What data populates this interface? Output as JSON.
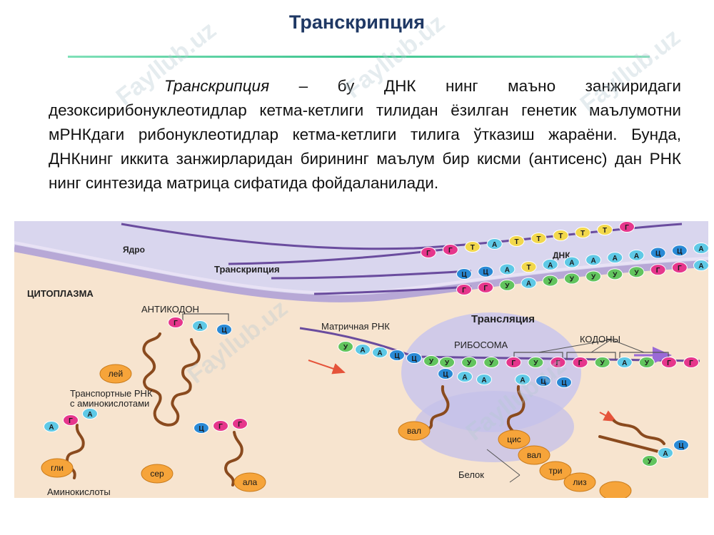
{
  "title": "Транскрипция",
  "paragraph": {
    "term": "Транскрипция",
    "rest": " – бу ДНК нинг маъно занжиридаги дезоксирибонуклеотидлар кетма-кетлиги тилидан ёзилган генетик маълумотни мРНКдаги рибонуклеотидлар кетма-кетлиги тилига ўтказиш жараёни. Бунда, ДНКнинг иккита занжирларидан бирининг маълум бир кисми (антисенс) дан  РНК нинг синтезида матрица сифатида фойдаланилади."
  },
  "watermark": "Fayllub.uz",
  "diagram": {
    "nucleus": "Ядро",
    "transcription": "Транскрипция",
    "dna": "ДНК",
    "cytoplasm": "ЦИТОПЛАЗМА",
    "anticodon": "АНТИКОДОН",
    "translation": "Трансляция",
    "mrna": "Матричная РНК",
    "ribosome": "РИБОСОМА",
    "codons": "КОДОНЫ",
    "trna_line1": "Транспортные РНК",
    "trna_line2": "с аминокислотами",
    "amino_acids": "Аминокислоты",
    "protein": "Белок",
    "aa": {
      "lei": "лей",
      "val1": "вал",
      "gli": "гли",
      "ser": "сер",
      "ala": "ала",
      "cis": "цис",
      "val2": "вал",
      "tri": "три",
      "liz": "лиз"
    },
    "dna_top": [
      "Г",
      "Г",
      "Т",
      "А",
      "Т",
      "Т",
      "Т",
      "Т",
      "Т",
      "Г"
    ],
    "dna_mid": [
      "Ц",
      "Ц",
      "А",
      "Т",
      "А",
      "А",
      "А",
      "А",
      "А",
      "Ц",
      "Ц",
      "А"
    ],
    "dna_bot": [
      "Г",
      "Г",
      "У",
      "А",
      "У",
      "У",
      "У",
      "У",
      "У",
      "Г",
      "Г",
      "А"
    ],
    "mrna_seq": [
      "У",
      "А",
      "А",
      "Ц",
      "Ц",
      "У",
      "У",
      "У",
      "У",
      "Г",
      "У",
      "Г",
      "Г",
      "У",
      "А",
      "У",
      "Г",
      "Г"
    ],
    "trna_anticodon": [
      "Г",
      "А",
      "Ц"
    ],
    "ribo_trna1": [
      "Ц",
      "А",
      "А"
    ],
    "ribo_trna2": [
      "А",
      "Ц",
      "Ц"
    ],
    "trna_ags": [
      "А",
      "Г",
      "А"
    ],
    "trna_cgg": [
      "Ц",
      "Г",
      "Г"
    ],
    "trna_right": [
      "У",
      "А",
      "Ц"
    ]
  },
  "colors": {
    "title": "#1f3864",
    "cytoplasm": "#f7e4cf",
    "nucleus": "#d9d6ee",
    "ribosome": "#c9c6ec",
    "G": "#e6368c",
    "C": "#2a8ad6",
    "A": "#5fc9e6",
    "T": "#f2d84c",
    "U": "#62c45e",
    "amino_acid": "#f6a43a"
  }
}
